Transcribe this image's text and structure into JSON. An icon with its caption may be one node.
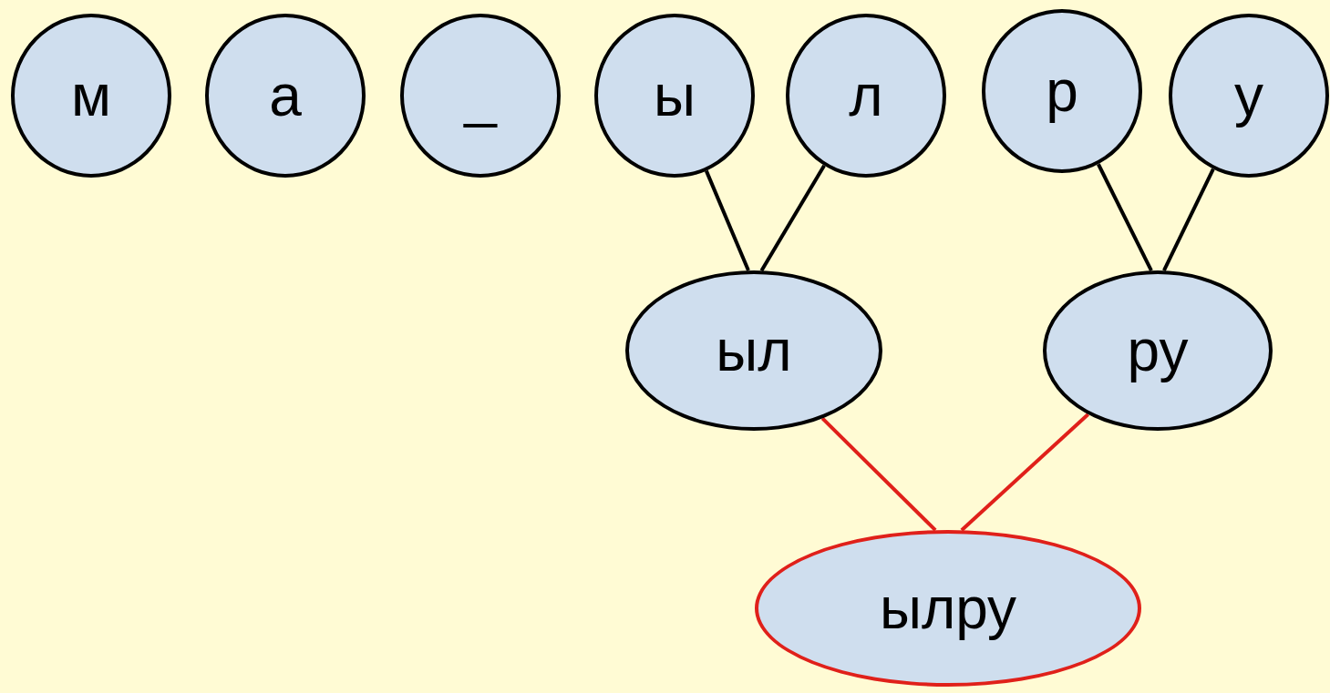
{
  "diagram": {
    "nodes": [
      {
        "text": [
          "м"
        ]
      },
      {
        "text": [
          "а"
        ]
      },
      {
        "text": [
          "_"
        ]
      },
      {
        "text": [
          "ы"
        ]
      },
      {
        "text": [
          "л"
        ]
      },
      {
        "text": [
          "р"
        ]
      },
      {
        "text": [
          "у"
        ]
      },
      {
        "text": [
          "ыл"
        ]
      },
      {
        "text": [
          "ру"
        ]
      },
      {
        "text": [
          "ылру"
        ]
      }
    ],
    "edges": [
      {
        "from": 3,
        "to": 7,
        "arrow": "none"
      },
      {
        "from": 4,
        "to": 7,
        "arrow": "none"
      },
      {
        "from": 5,
        "to": 8,
        "arrow": "none"
      },
      {
        "from": 6,
        "to": 8,
        "arrow": "none"
      },
      {
        "from": 7,
        "to": 9,
        "arrow": "none",
        "color": "#e0201a"
      },
      {
        "from": 8,
        "to": 9,
        "arrow": "none",
        "color": "#e0201a"
      }
    ]
  }
}
